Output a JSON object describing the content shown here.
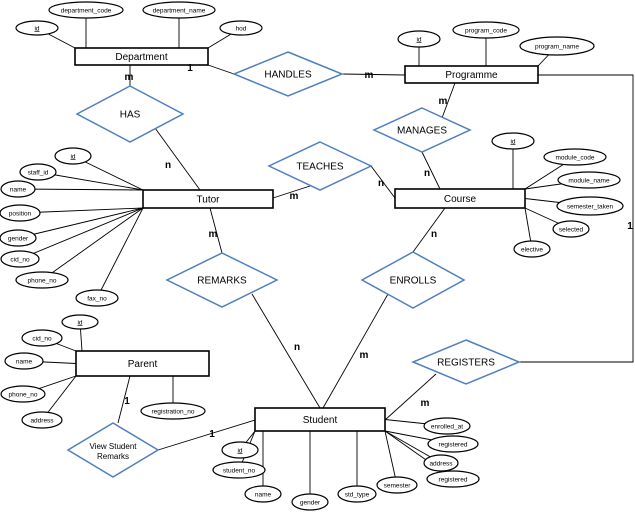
{
  "entities": [
    {
      "id": "department",
      "label": "Department"
    },
    {
      "id": "programme",
      "label": "Programme"
    },
    {
      "id": "tutor",
      "label": "Tutor"
    },
    {
      "id": "course",
      "label": "Course"
    },
    {
      "id": "parent",
      "label": "Parent"
    },
    {
      "id": "student",
      "label": "Student"
    }
  ],
  "relationships": [
    {
      "id": "handles",
      "label": "HANDLES"
    },
    {
      "id": "has",
      "label": "HAS"
    },
    {
      "id": "manages",
      "label": "MANAGES"
    },
    {
      "id": "teaches",
      "label": "TEACHES"
    },
    {
      "id": "remarks",
      "label": "REMARKS"
    },
    {
      "id": "enrolls",
      "label": "ENROLLS"
    },
    {
      "id": "registers",
      "label": "REGISTERS"
    },
    {
      "id": "view_student_remarks",
      "label": "View Student\nRemarks"
    }
  ],
  "attributes": [
    {
      "id": "dept-department_code",
      "entity": "department",
      "label": "department_code"
    },
    {
      "id": "dept-department_name",
      "entity": "department",
      "label": "department_name"
    },
    {
      "id": "dept-id",
      "entity": "department",
      "label": "id",
      "key": true
    },
    {
      "id": "dept-hod",
      "entity": "department",
      "label": "hod"
    },
    {
      "id": "prog-id",
      "entity": "programme",
      "label": "id",
      "key": true
    },
    {
      "id": "prog-program_code",
      "entity": "programme",
      "label": "program_code"
    },
    {
      "id": "prog-program_name",
      "entity": "programme",
      "label": "program_name"
    },
    {
      "id": "course-id",
      "entity": "course",
      "label": "id",
      "key": true
    },
    {
      "id": "course-module_code",
      "entity": "course",
      "label": "module_code"
    },
    {
      "id": "course-module_name",
      "entity": "course",
      "label": "module_name"
    },
    {
      "id": "course-semester_taken",
      "entity": "course",
      "label": "semester_taken"
    },
    {
      "id": "course-selected",
      "entity": "course",
      "label": "selected"
    },
    {
      "id": "course-elective",
      "entity": "course",
      "label": "elective"
    },
    {
      "id": "tutor-id",
      "entity": "tutor",
      "label": "id",
      "key": true
    },
    {
      "id": "tutor-staff_id",
      "entity": "tutor",
      "label": "staff_id"
    },
    {
      "id": "tutor-name",
      "entity": "tutor",
      "label": "name"
    },
    {
      "id": "tutor-position",
      "entity": "tutor",
      "label": "position"
    },
    {
      "id": "tutor-gender",
      "entity": "tutor",
      "label": "gender"
    },
    {
      "id": "tutor-cid_no",
      "entity": "tutor",
      "label": "cid_no"
    },
    {
      "id": "tutor-phone_no",
      "entity": "tutor",
      "label": "phone_no"
    },
    {
      "id": "tutor-fax_no",
      "entity": "tutor",
      "label": "fax_no"
    },
    {
      "id": "parent-id",
      "entity": "parent",
      "label": "id",
      "key": true
    },
    {
      "id": "parent-cid_no",
      "entity": "parent",
      "label": "cid_no"
    },
    {
      "id": "parent-name",
      "entity": "parent",
      "label": "name"
    },
    {
      "id": "parent-phone_no",
      "entity": "parent",
      "label": "phone_no"
    },
    {
      "id": "parent-address",
      "entity": "parent",
      "label": "address"
    },
    {
      "id": "parent-registration_no",
      "entity": "parent",
      "label": "registration_no"
    },
    {
      "id": "student-id",
      "entity": "student",
      "label": "id",
      "key": true
    },
    {
      "id": "student-student_no",
      "entity": "student",
      "label": "student_no"
    },
    {
      "id": "student-name",
      "entity": "student",
      "label": "name"
    },
    {
      "id": "student-gender",
      "entity": "student",
      "label": "gender"
    },
    {
      "id": "student-std_type",
      "entity": "student",
      "label": "std_type"
    },
    {
      "id": "student-semester",
      "entity": "student",
      "label": "semester"
    },
    {
      "id": "student-registered-1",
      "entity": "student",
      "label": "registered"
    },
    {
      "id": "student-address",
      "entity": "student",
      "label": "address"
    },
    {
      "id": "student-registered-2",
      "entity": "student",
      "label": "registered"
    },
    {
      "id": "student-enrolled_at",
      "entity": "student",
      "label": "enrolled_at"
    }
  ],
  "cardinalities": [
    {
      "id": "dept-handles",
      "label": "1"
    },
    {
      "id": "handles-prog",
      "label": "m"
    },
    {
      "id": "dept-has",
      "label": "m"
    },
    {
      "id": "has-tutor",
      "label": "n"
    },
    {
      "id": "prog-manages",
      "label": "m"
    },
    {
      "id": "manages-course",
      "label": "n"
    },
    {
      "id": "tutor-teaches",
      "label": "m"
    },
    {
      "id": "teaches-course",
      "label": "n"
    },
    {
      "id": "tutor-remarks",
      "label": "m"
    },
    {
      "id": "remarks-student",
      "label": "n"
    },
    {
      "id": "course-enrolls",
      "label": "n"
    },
    {
      "id": "enrolls-student",
      "label": "m"
    },
    {
      "id": "prog-registers",
      "label": "1"
    },
    {
      "id": "registers-student",
      "label": "m"
    },
    {
      "id": "parent-view",
      "label": "1"
    },
    {
      "id": "view-student",
      "label": "1"
    }
  ]
}
